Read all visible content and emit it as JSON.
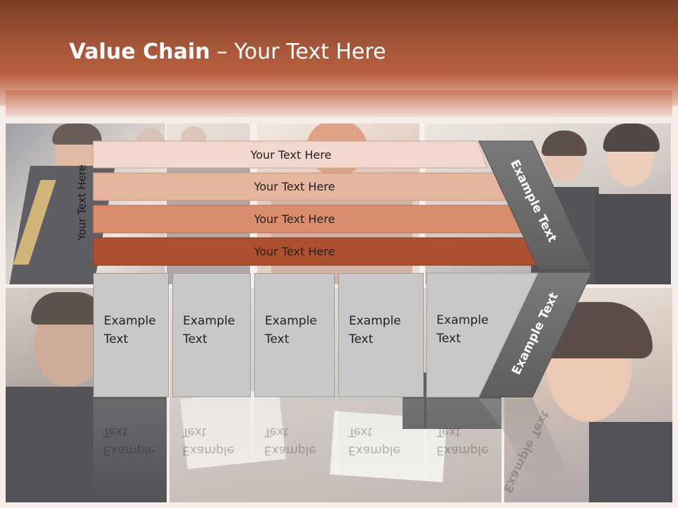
{
  "slide": {
    "title_bold": "Value Chain",
    "title_rest": " – Your Text Here"
  },
  "side_label": "Your Text Here",
  "bands": [
    {
      "label": "Your Text Here",
      "color": "#f3d8cf"
    },
    {
      "label": "Your Text Here",
      "color": "#e6b5a0"
    },
    {
      "label": "Your Text Here",
      "color": "#d98d6e"
    },
    {
      "label": "Your Text Here",
      "color": "#ad5030"
    }
  ],
  "blocks": [
    {
      "line1": "Example",
      "line2": "Text"
    },
    {
      "line1": "Example",
      "line2": "Text"
    },
    {
      "line1": "Example",
      "line2": "Text"
    },
    {
      "line1": "Example",
      "line2": "Text"
    },
    {
      "line1": "Example",
      "line2": "Text"
    }
  ],
  "chevron": {
    "upper_text": "Example Text",
    "lower_text": "Example Text",
    "color": "#6d6d6d"
  },
  "colors": {
    "header": "#a7563a",
    "block_fill": "#c8c8c8"
  }
}
